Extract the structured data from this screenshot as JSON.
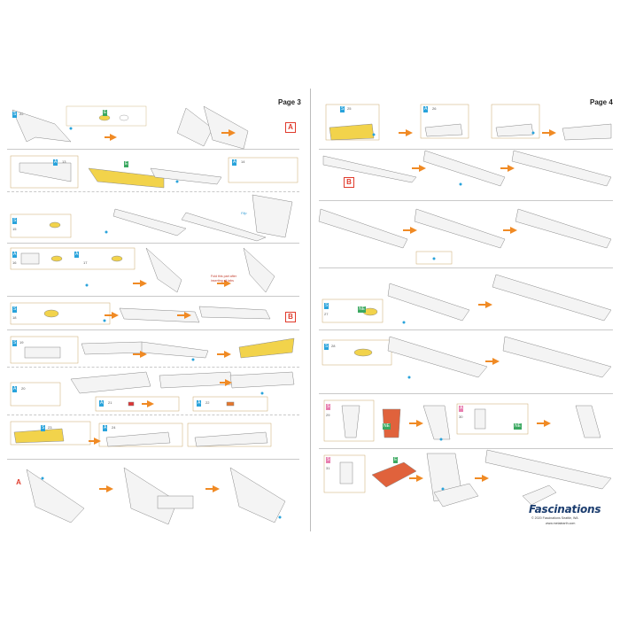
{
  "pages": {
    "left_label": "Page 3",
    "right_label": "Page 4"
  },
  "markers": {
    "a": "A",
    "b": "B"
  },
  "tags": {
    "s": "S",
    "a": "A",
    "e": "E",
    "ne": "NE"
  },
  "left_steps": [
    {
      "num": "22"
    },
    {
      "num": "13"
    },
    {
      "num": "14"
    },
    {
      "num": "15"
    },
    {
      "num": "16"
    },
    {
      "num": "17"
    },
    {
      "num": "18"
    },
    {
      "num": "19"
    },
    {
      "num": "20"
    },
    {
      "num": "21"
    },
    {
      "num": "22"
    },
    {
      "num": "23"
    },
    {
      "num": "24"
    }
  ],
  "right_steps": [
    {
      "num": "25"
    },
    {
      "num": "26"
    },
    {
      "num": "27"
    },
    {
      "num": "28"
    },
    {
      "num": "29"
    },
    {
      "num": "30"
    },
    {
      "num": "31"
    }
  ],
  "notes": {
    "fold": "Fold this part after inserting all tabs",
    "flip": "Flip"
  },
  "brand": {
    "name": "Fascinations",
    "copyright": "© 2020 Fascinations Seattle, WA",
    "url": "www.metalearth.com"
  },
  "colors": {
    "highlight": "#f2d34b",
    "arrow": "#f08a24",
    "accent": "#29a3db",
    "marker": "#e03b2c"
  }
}
